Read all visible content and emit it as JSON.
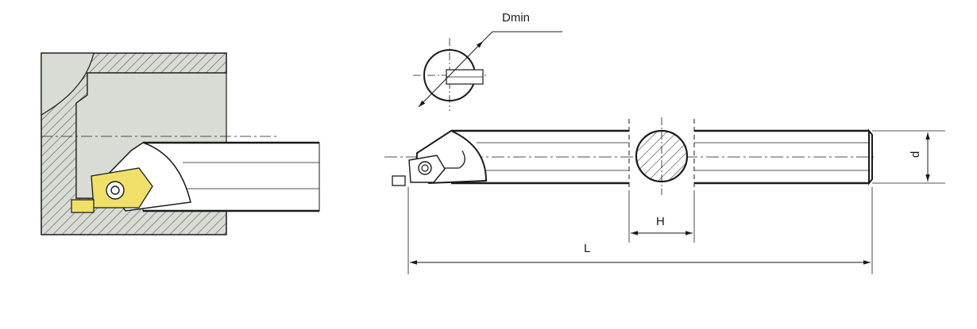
{
  "labels": {
    "dmin": "Dmin",
    "h": "H",
    "l": "L",
    "d": "d"
  },
  "colors": {
    "line": "#1a1a1a",
    "hatch": "#555555",
    "workpiece_fill": "#d8dcd4",
    "bar_fill": "#ffffff",
    "insert_fill": "#f0e06a"
  }
}
